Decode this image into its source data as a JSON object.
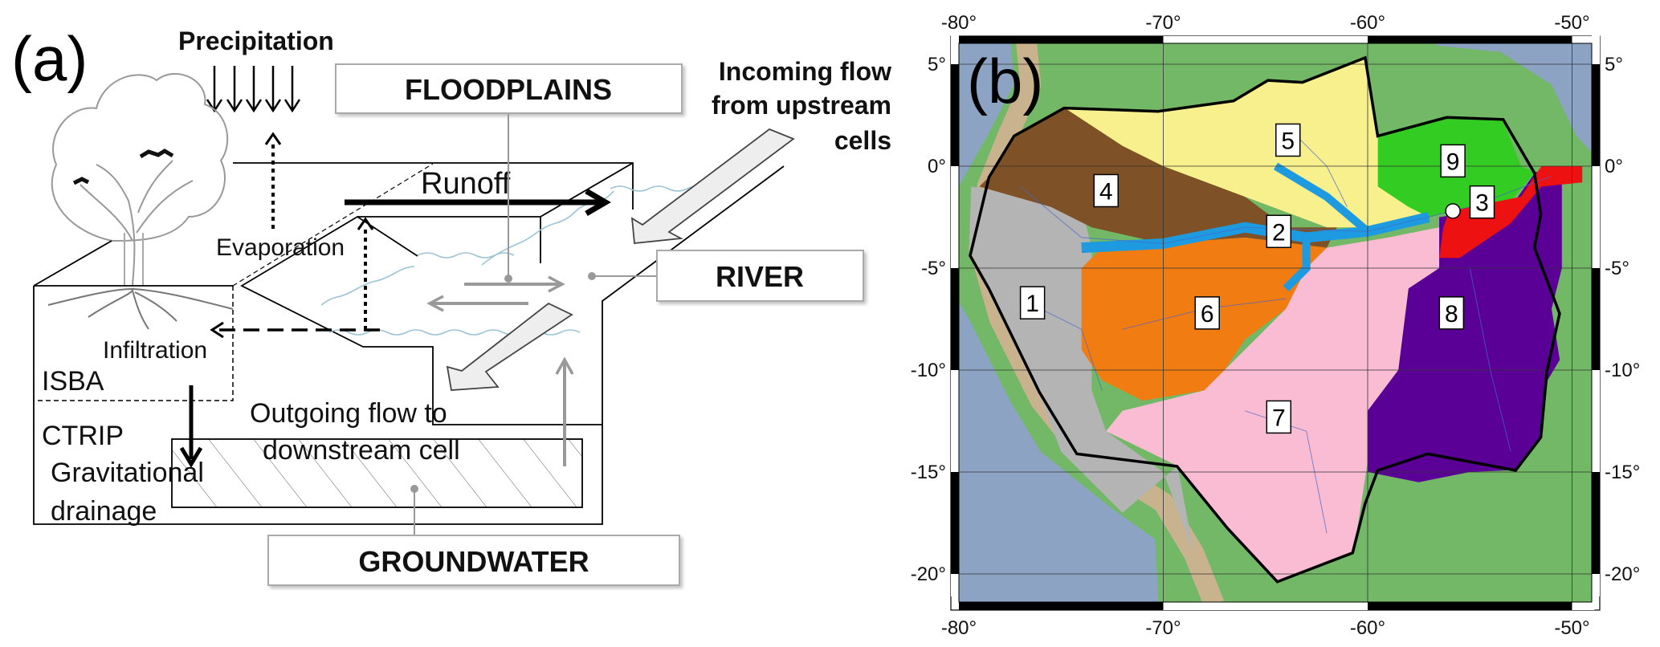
{
  "panel_a": {
    "label": "(a)",
    "precipitation": "Precipitation",
    "floodplains": "FLOODPLAINS",
    "incoming_flow": [
      "Incoming flow",
      "from upstream",
      "cells"
    ],
    "runoff": "Runoff",
    "evaporation": "Evaporation",
    "river": "RIVER",
    "infiltration": "Infiltration",
    "isba": "ISBA",
    "ctrip": "CTRIP",
    "gravitational_drainage": [
      "Gravitational",
      "drainage"
    ],
    "outgoing_flow": [
      "Outgoing  flow to",
      "downstream cell"
    ],
    "groundwater": "GROUNDWATER"
  },
  "panel_b": {
    "label": "(b)",
    "lon_ticks": [
      "-80°",
      "-70°",
      "-60°",
      "-50°"
    ],
    "lat_ticks": [
      "5°",
      "0°",
      "-5°",
      "-10°",
      "-15°",
      "-20°"
    ],
    "regions": [
      {
        "id": "1",
        "color": "#b4b4b4"
      },
      {
        "id": "2",
        "color": "#1e9be0"
      },
      {
        "id": "3",
        "color": "#ee1111"
      },
      {
        "id": "4",
        "color": "#7e5126"
      },
      {
        "id": "5",
        "color": "#f7f08c"
      },
      {
        "id": "6",
        "color": "#f07c12"
      },
      {
        "id": "7",
        "color": "#f9bcd2"
      },
      {
        "id": "8",
        "color": "#5b0097"
      },
      {
        "id": "9",
        "color": "#33cc22"
      }
    ],
    "colors": {
      "ocean": "#8da3c4",
      "land": "#72b866",
      "andes": "#c9b38f",
      "river_line": "#4466cc"
    }
  }
}
